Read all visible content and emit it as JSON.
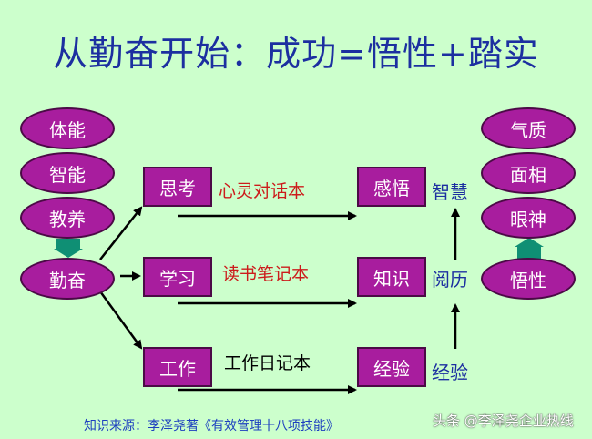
{
  "title": "从勤奋开始：成功=悟性+踏实",
  "left_ovals": [
    "体能",
    "智能",
    "教养",
    "勤奋"
  ],
  "right_ovals": [
    "气质",
    "面相",
    "眼神",
    "悟性"
  ],
  "rows": [
    {
      "start": "思考",
      "notebook": "心灵对话本",
      "end": "感悟",
      "result": "智慧"
    },
    {
      "start": "学习",
      "notebook": "读书笔记本",
      "end": "知识",
      "result": "阅历"
    },
    {
      "start": "工作",
      "notebook": "工作日记本",
      "end": "经验",
      "result": "经验"
    }
  ],
  "footer": "知识来源：李泽尧著《有效管理十八项技能》",
  "watermark": "头条 @李泽尧企业热线",
  "colors": {
    "background": "#ccffcc",
    "node_fill": "#a81d9e",
    "title": "#1c2fa0",
    "notebook_red": "#cc1c1c",
    "connector": "#0f8f74"
  }
}
